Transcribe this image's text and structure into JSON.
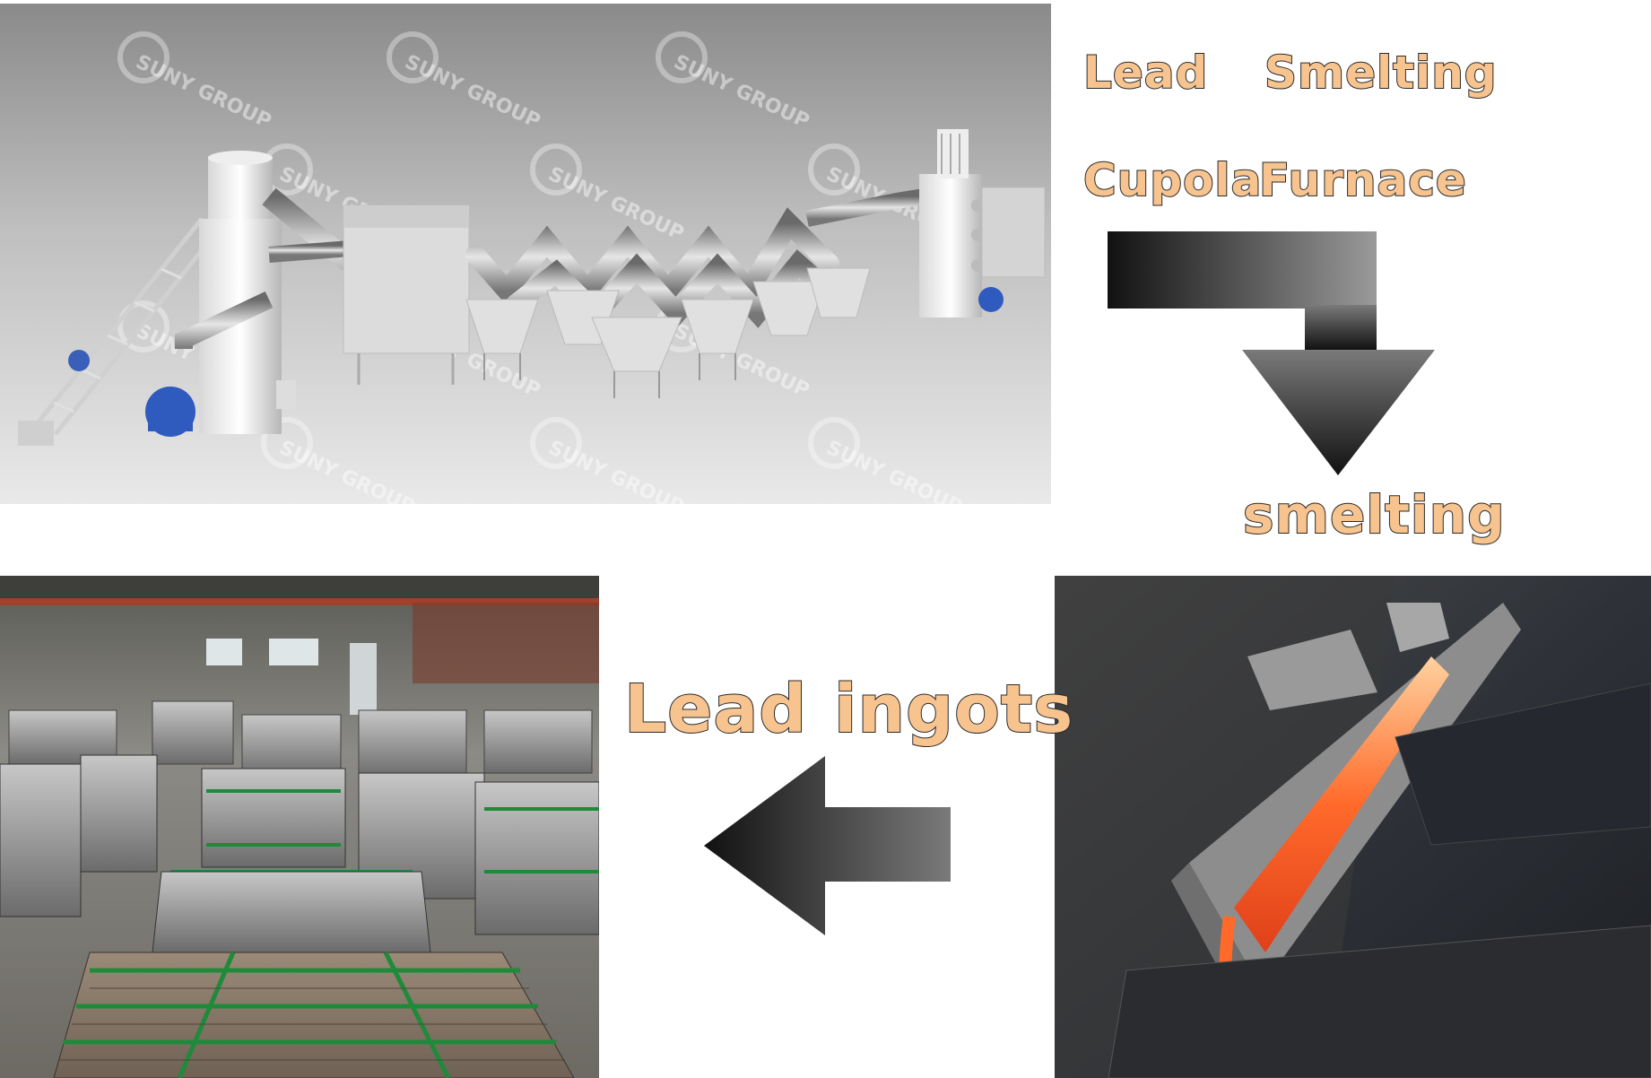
{
  "title": {
    "line1": [
      "Lead",
      "Smelting"
    ],
    "line2": [
      "Cupola",
      "Furnace"
    ]
  },
  "steps": {
    "smelting": "smelting",
    "product": [
      "Lead",
      "ingots"
    ]
  },
  "watermark": "SUNY GROUP",
  "colors": {
    "caption_fill": "#f7c38e",
    "caption_stroke": "#2a2a2a",
    "arrow_dark": "#111111",
    "arrow_light": "#9a9a9a",
    "molten_lead": "#ff6a2a"
  },
  "icons": [
    "arrow-down-icon",
    "arrow-left-icon",
    "gear-icon"
  ]
}
